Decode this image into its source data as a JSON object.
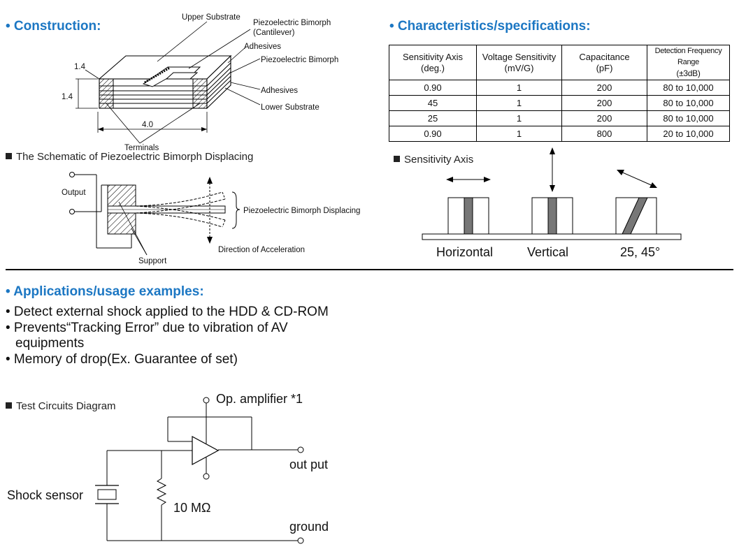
{
  "construction": {
    "title": "• Construction:",
    "labels": {
      "upper_substrate": "Upper Substrate",
      "piezo_cantilever_1": "Piezoelectric Bimorph",
      "piezo_cantilever_2": "(Cantilever)",
      "adhesives_top": "Adhesives",
      "piezo_bimorph": "Piezoelectric Bimorph",
      "adhesives_bottom": "Adhesives",
      "lower_substrate": "Lower Substrate",
      "terminals": "Terminals",
      "dim_width": "1.4",
      "dim_height": "1.4",
      "dim_length": "4.0"
    }
  },
  "schematic": {
    "title": "The Schematic of Piezoelectric Bimorph Displacing",
    "labels": {
      "output": "Output",
      "support": "Support",
      "displacing": "Piezoelectric Bimorph Displacing",
      "direction": "Direction of Acceleration"
    }
  },
  "characteristics": {
    "title": "• Characteristics/specifications:",
    "headers": [
      [
        "Sensitivity Axis",
        "(deg.)"
      ],
      [
        "Voltage Sensitivity",
        "(mV/G)"
      ],
      [
        "Capacitance",
        "(pF)"
      ],
      [
        "Detection Frequency Range",
        "(±3dB)"
      ]
    ],
    "rows": [
      [
        "0.90",
        "1",
        "200",
        "80 to 10,000"
      ],
      [
        "45",
        "1",
        "200",
        "80 to 10,000"
      ],
      [
        "25",
        "1",
        "200",
        "80 to 10,000"
      ],
      [
        "0.90",
        "1",
        "800",
        "20 to 10,000"
      ]
    ]
  },
  "sensitivity_axis": {
    "title": "Sensitivity Axis",
    "labels": [
      "Horizontal",
      "Vertical",
      "25, 45°"
    ]
  },
  "applications": {
    "title": "• Applications/usage examples:",
    "items": [
      "• Detect external shock applied to the HDD & CD-ROM",
      "• Prevents“Tracking Error” due to vibration of AV equipments",
      "• Memory of drop(Ex. Guarantee of set)"
    ]
  },
  "test_circuit": {
    "title": "Test Circuits Diagram",
    "labels": {
      "amplifier": "Op. amplifier *1",
      "output": "out put",
      "ground": "ground",
      "sensor": "Shock sensor",
      "resistor": "10 MΩ"
    }
  }
}
